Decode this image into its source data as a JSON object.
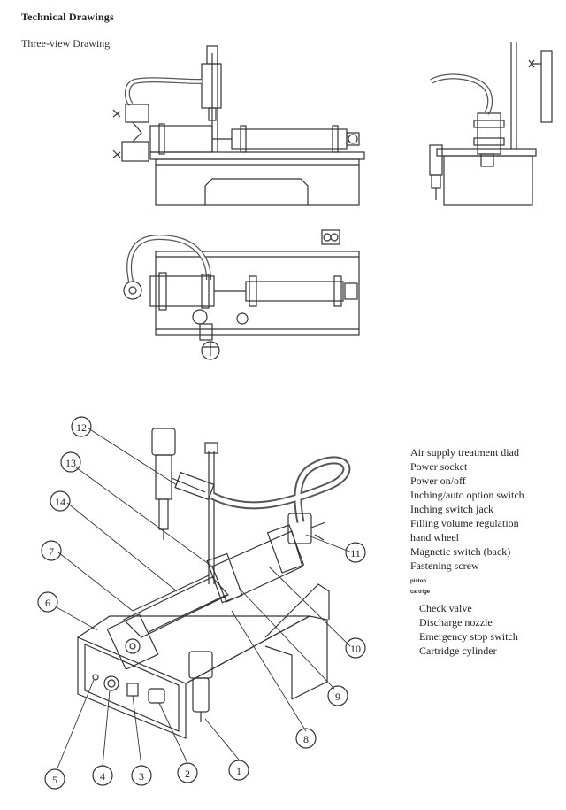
{
  "header": {
    "title": "Technical Drawings",
    "subtitle": "Three-view Drawing"
  },
  "callouts": [
    "1",
    "2",
    "3",
    "4",
    "5",
    "6",
    "7",
    "8",
    "9",
    "10",
    "11",
    "12",
    "13",
    "14"
  ],
  "legend": {
    "items": [
      "Air supply treatment diad",
      "Power socket",
      "Power on/off",
      "Inching/auto option switch",
      "Inching switch jack",
      "Filling volume regulation",
      "hand wheel",
      "Magnetic switch (back)",
      "Fastening screw",
      "piston",
      "cartrige",
      "Check valve",
      "Discharge nozzle",
      "Emergency stop switch",
      "Cartridge cylinder"
    ]
  },
  "colors": {
    "line": "#333333",
    "background": "#ffffff"
  }
}
